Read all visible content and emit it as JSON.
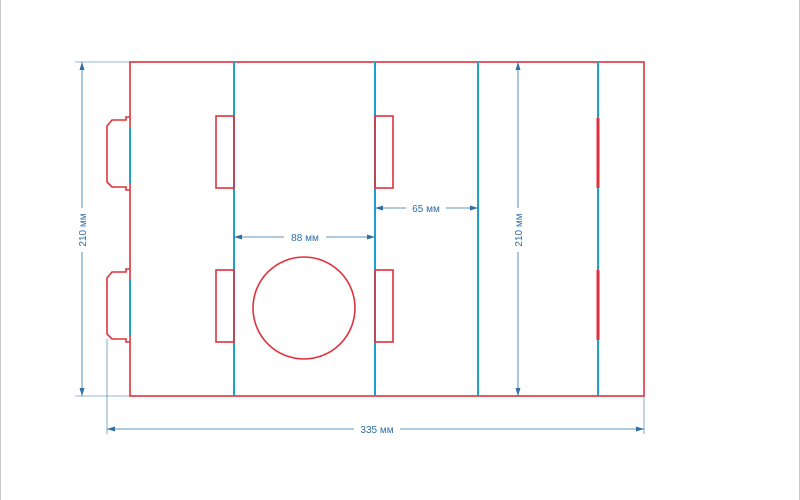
{
  "dimensions": {
    "overall_width": "335 мм",
    "height_left": "210 мм",
    "height_right": "210 мм",
    "panel_width_center": "88 мм",
    "panel_width_right": "65 мм"
  },
  "colors": {
    "cut_line": "#e0323c",
    "fold_line": "#1e9fd2",
    "dimension_line": "#2f6fa6"
  }
}
